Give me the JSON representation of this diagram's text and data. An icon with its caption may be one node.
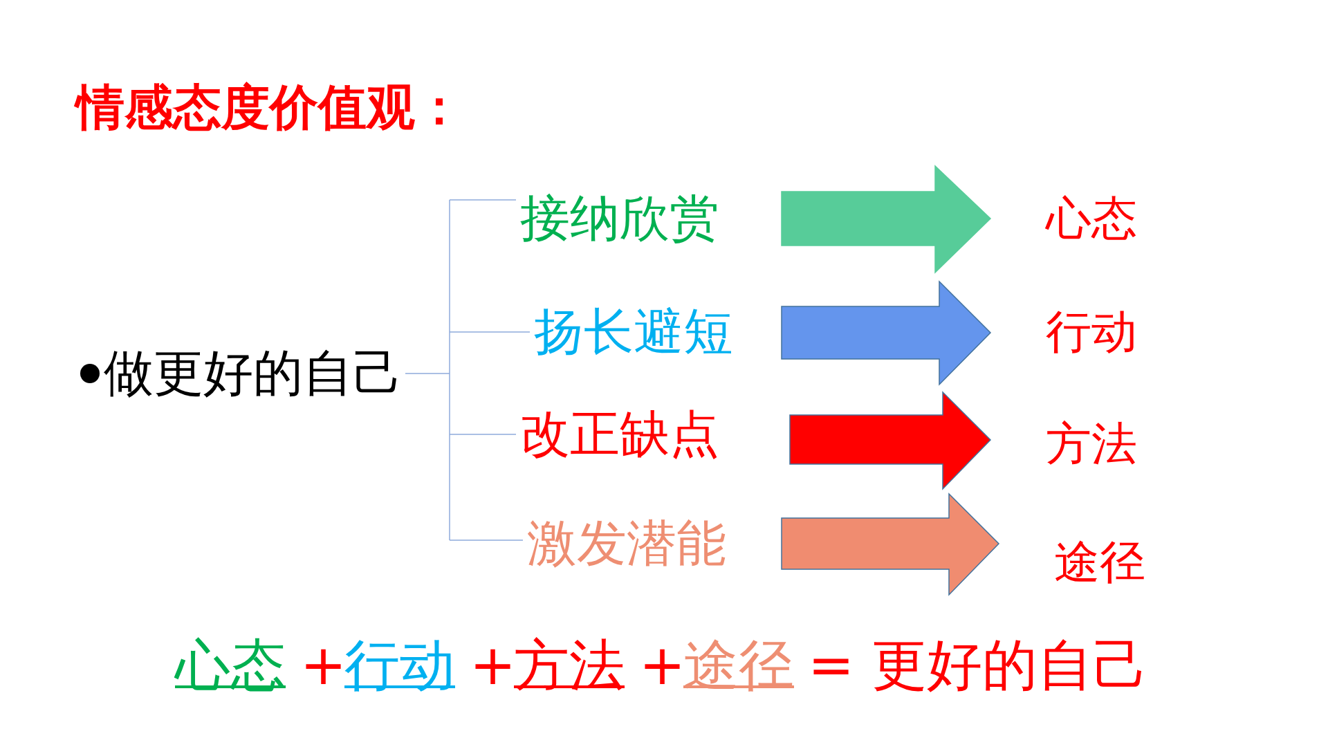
{
  "diagram": {
    "title": "情感态度价值观：",
    "nodes": [
      {
        "text": [
          "做更好的自己"
        ]
      },
      {
        "text": [
          "接纳欣赏"
        ]
      },
      {
        "text": [
          "扬长避短"
        ]
      },
      {
        "text": [
          "改正缺点"
        ]
      },
      {
        "text": [
          "激发潜能"
        ]
      },
      {
        "text": [
          "心态"
        ]
      },
      {
        "text": [
          "行动"
        ]
      },
      {
        "text": [
          "方法"
        ]
      },
      {
        "text": [
          "途径"
        ]
      }
    ],
    "edges": [
      {
        "from": 0,
        "to": 1,
        "arrow": "none",
        "color": "#8eaadb"
      },
      {
        "from": 0,
        "to": 2,
        "arrow": "none",
        "color": "#8eaadb"
      },
      {
        "from": 0,
        "to": 3,
        "arrow": "none",
        "color": "#8eaadb"
      },
      {
        "from": 0,
        "to": 4,
        "arrow": "none",
        "color": "#8eaadb"
      },
      {
        "from": 1,
        "to": 5,
        "arrow": "to",
        "style": "thick",
        "color": "#57cc99"
      },
      {
        "from": 2,
        "to": 6,
        "arrow": "to",
        "style": "thick",
        "color": "#6495ed"
      },
      {
        "from": 3,
        "to": 7,
        "arrow": "to",
        "style": "thick",
        "color": "#ff0000"
      },
      {
        "from": 4,
        "to": 8,
        "arrow": "to",
        "style": "thick",
        "color": "#f08c70"
      }
    ],
    "labels": [
      "心态",
      "+",
      "行动",
      "+",
      "方法",
      "+",
      "途径",
      "= 更好的自己"
    ]
  }
}
